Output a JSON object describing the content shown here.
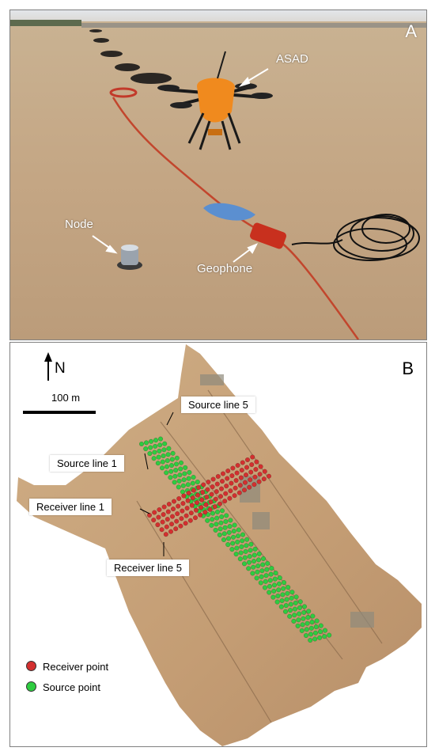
{
  "panel_a": {
    "letter": "A",
    "labels": {
      "asad": "ASAD",
      "node": "Node",
      "geophone": "Geophone"
    }
  },
  "panel_b": {
    "letter": "B",
    "north": "N",
    "scale": "100 m",
    "callouts": {
      "source_line_5": "Source line 5",
      "source_line_1": "Source line 1",
      "receiver_line_1": "Receiver line 1",
      "receiver_line_5": "Receiver line 5"
    },
    "legend": [
      {
        "label": "Receiver point",
        "color": "#d32f2f"
      },
      {
        "label": "Source point",
        "color": "#2ecc40"
      }
    ]
  },
  "colors": {
    "receiver": "#d32f2f",
    "source": "#2ecc40",
    "sand": "#c8a988",
    "drone": "#f08a1e"
  }
}
